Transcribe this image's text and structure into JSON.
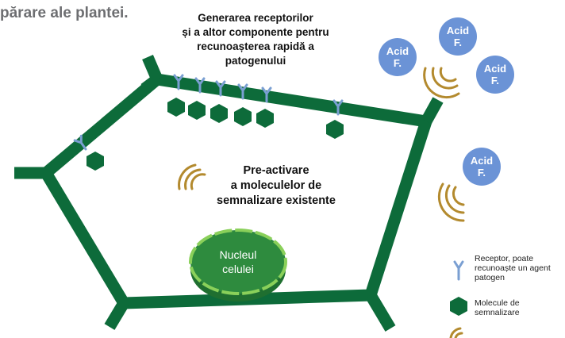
{
  "heading_fragment": "părare ale plantei.",
  "labels": {
    "receptor_generation": "Generarea receptorilor\nși a altor componente pentru\nrecunoașterea rapidă a\npatogenului",
    "pre_activation": "Pre-activare\na moleculelor de\nsemnalizare existente",
    "nucleus": "Nucleul\ncelulei"
  },
  "acids": [
    "Acid\nF.",
    "Acid\nF.",
    "Acid\nF.",
    "Acid\nF."
  ],
  "legend": {
    "receptor": "Receptor, poate\nrecunoaște un agent\npatogen",
    "molecule": "Molecule de\nsemnalizare"
  },
  "colors": {
    "cell_wall": "#0d6b3a",
    "receptor": "#7a9fd2",
    "molecule": "#0d6b3a",
    "nucleus_fill": "#2e8b3e",
    "nucleus_ring": "#8ad05a",
    "signal_wave": "#b38a2e",
    "acid": "#6b93d6"
  }
}
